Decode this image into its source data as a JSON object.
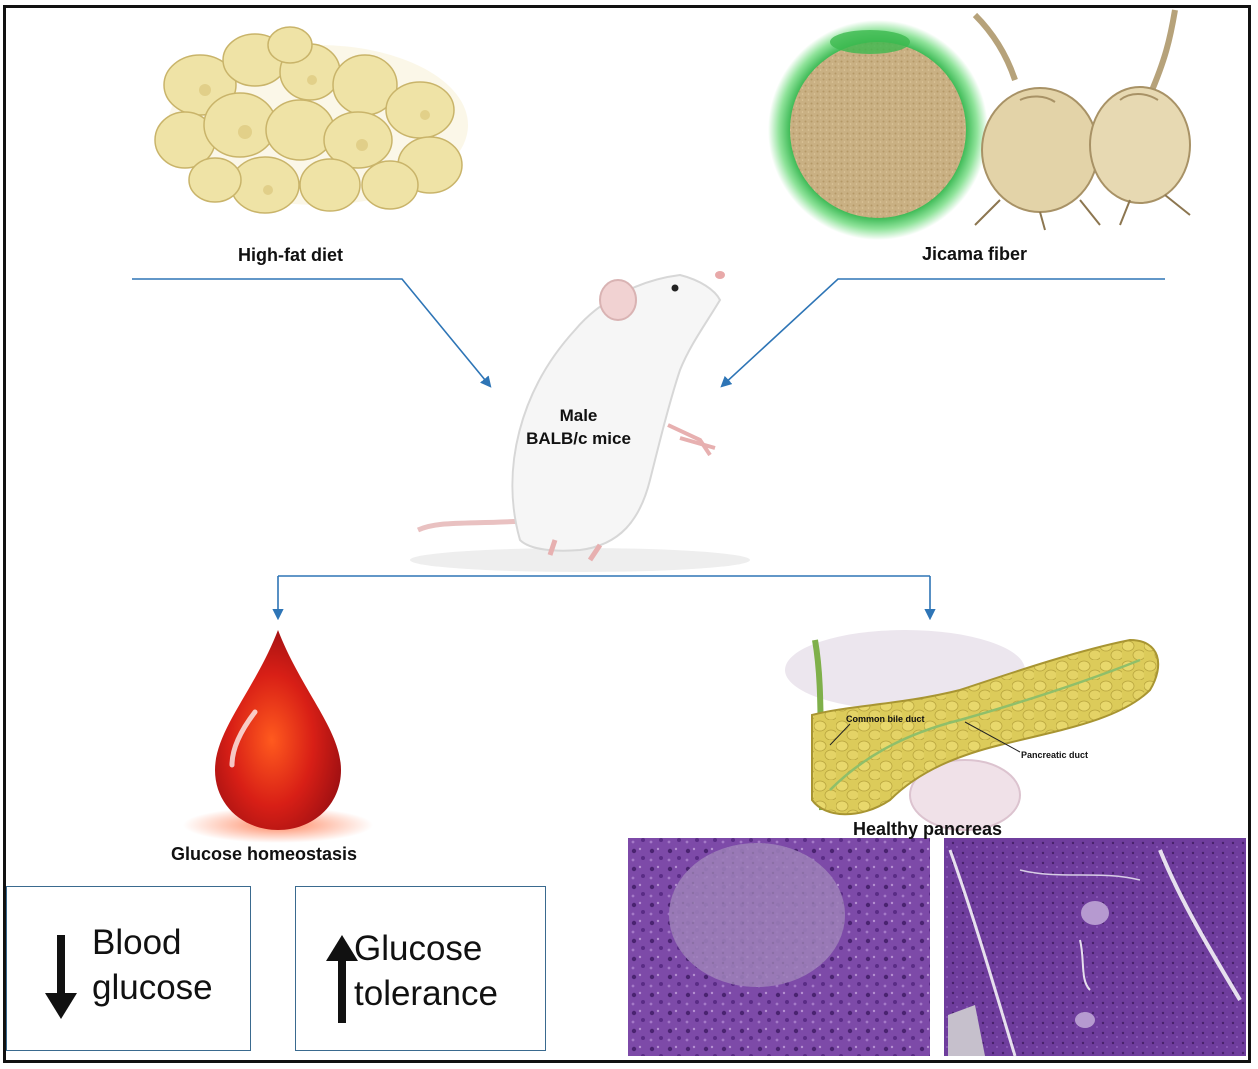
{
  "labels": {
    "high_fat_diet": "High-fat diet",
    "jicama_fiber": "Jicama fiber",
    "mice_line1": "Male",
    "mice_line2": "BALB/c mice",
    "glucose_homeostasis": "Glucose homeostasis",
    "healthy_pancreas": "Healthy pancreas",
    "common_bile_duct": "Common bile duct",
    "pancreatic_duct": "Pancreatic duct"
  },
  "boxes": {
    "blood_glucose": {
      "line1": "Blood",
      "line2": "glucose",
      "arrow": "down-arrow-icon"
    },
    "glucose_tolerance": {
      "line1": "Glucose",
      "line2": "tolerance",
      "arrow": "up-arrow-icon"
    }
  },
  "colors": {
    "connector": "#2e75b6",
    "blood": "#c0141a",
    "histology": "#7b4aa6",
    "pancreas": "#d9c957",
    "jicama_powder": "#c8ad7f",
    "bowl_green": "#4cc45a"
  }
}
